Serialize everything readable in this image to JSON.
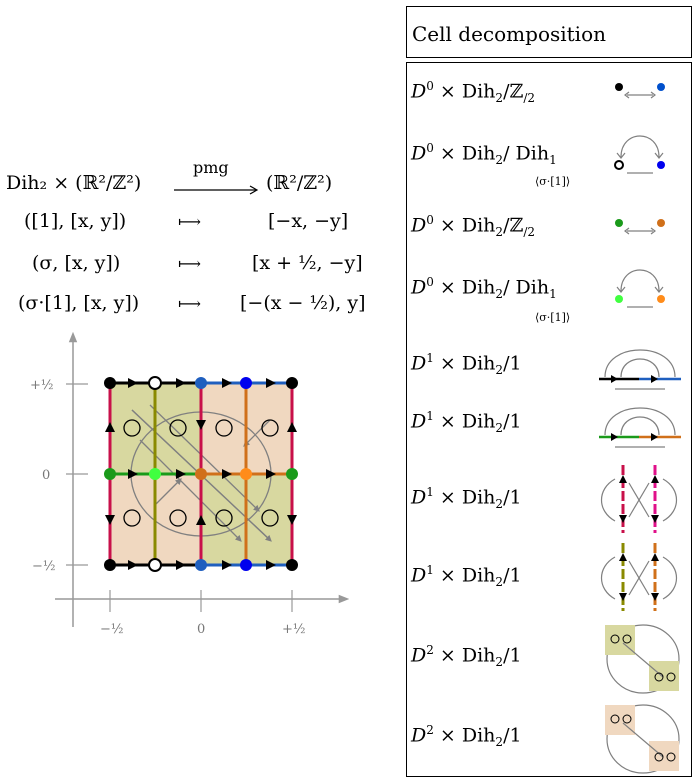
{
  "equations": {
    "line0_lhs": "Dih₂ × (ℝ²/ℤ²)",
    "line0_label": "pmg",
    "line0_rhs": "(ℝ²/ℤ²)",
    "line1_lhs": "([1], [x, y])",
    "line1_map": "⟼",
    "line1_rhs": "[−x, −y]",
    "line2_lhs": "(σ, [x, y])",
    "line2_map": "⟼",
    "line2_rhs": "[x + ½, −y]",
    "line3_lhs": "(σ·[1], [x, y])",
    "line3_map": "⟼",
    "line3_rhs": "[−(x − ½), y]"
  },
  "axes": {
    "y_ticks": [
      "+½",
      "0",
      "−½"
    ],
    "x_ticks": [
      "−½",
      "0",
      "+½"
    ]
  },
  "colors": {
    "crimson": "#c8104a",
    "blue": "#1f5fbf",
    "olive": "#8a8a00",
    "orange": "#d0701a",
    "green": "#1a9a1a",
    "lime": "#40ff40",
    "pure_blue": "#0000ee",
    "tan_fill": "#f0d8c0",
    "olive_fill": "#d8d8a0",
    "gray": "#808080"
  },
  "table": {
    "title": "Cell decomposition",
    "rows": [
      {
        "base": "D",
        "dim": "0",
        "rest": " × Dih",
        "sub": "2",
        "quot": "/ℤ",
        "qsub": "/2",
        "brace": ""
      },
      {
        "base": "D",
        "dim": "0",
        "rest": " × Dih",
        "sub": "2",
        "quot": "/ Dih",
        "qsub": "1",
        "brace": "⟨σ·[1]⟩"
      },
      {
        "base": "D",
        "dim": "0",
        "rest": " × Dih",
        "sub": "2",
        "quot": "/ℤ",
        "qsub": "/2",
        "brace": ""
      },
      {
        "base": "D",
        "dim": "0",
        "rest": " × Dih",
        "sub": "2",
        "quot": "/ Dih",
        "qsub": "1",
        "brace": "⟨σ·[1]⟩"
      },
      {
        "base": "D",
        "dim": "1",
        "rest": " × Dih",
        "sub": "2",
        "quot": "/1",
        "qsub": "",
        "brace": ""
      },
      {
        "base": "D",
        "dim": "1",
        "rest": " × Dih",
        "sub": "2",
        "quot": "/1",
        "qsub": "",
        "brace": ""
      },
      {
        "base": "D",
        "dim": "1",
        "rest": " × Dih",
        "sub": "2",
        "quot": "/1",
        "qsub": "",
        "brace": ""
      },
      {
        "base": "D",
        "dim": "1",
        "rest": " × Dih",
        "sub": "2",
        "quot": "/1",
        "qsub": "",
        "brace": ""
      },
      {
        "base": "D",
        "dim": "2",
        "rest": " × Dih",
        "sub": "2",
        "quot": "/1",
        "qsub": "",
        "brace": ""
      },
      {
        "base": "D",
        "dim": "2",
        "rest": " × Dih",
        "sub": "2",
        "quot": "/1",
        "qsub": "",
        "brace": ""
      }
    ]
  }
}
